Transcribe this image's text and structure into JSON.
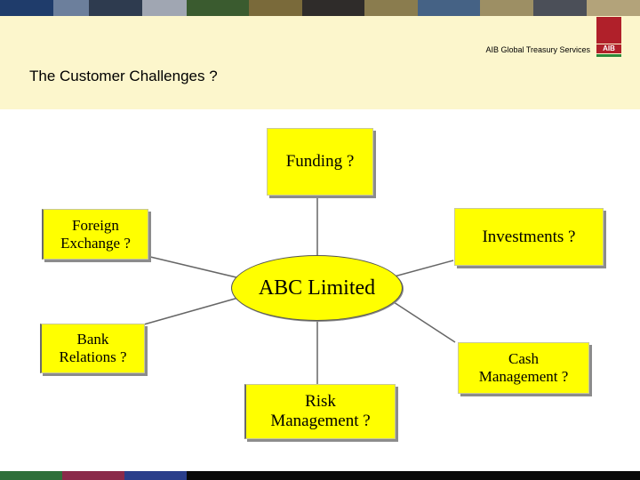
{
  "header": {
    "brand_text": "AIB Global Treasury Services",
    "logo_text": "AIB",
    "title": "The Customer Challenges ?"
  },
  "diagram": {
    "center": "ABC Limited",
    "nodes": {
      "funding": "Funding ?",
      "fx_line1": "Foreign",
      "fx_line2": "Exchange ?",
      "investments": "Investments ?",
      "bank_line1": "Bank",
      "bank_line2": "Relations ?",
      "cash_line1": "Cash",
      "cash_line2": "Management ?",
      "risk_line1": "Risk",
      "risk_line2": "Management ?"
    }
  },
  "colors": {
    "header_band": "#fcf6cc",
    "box_fill": "#ffff00",
    "logo_red": "#b0202a"
  }
}
